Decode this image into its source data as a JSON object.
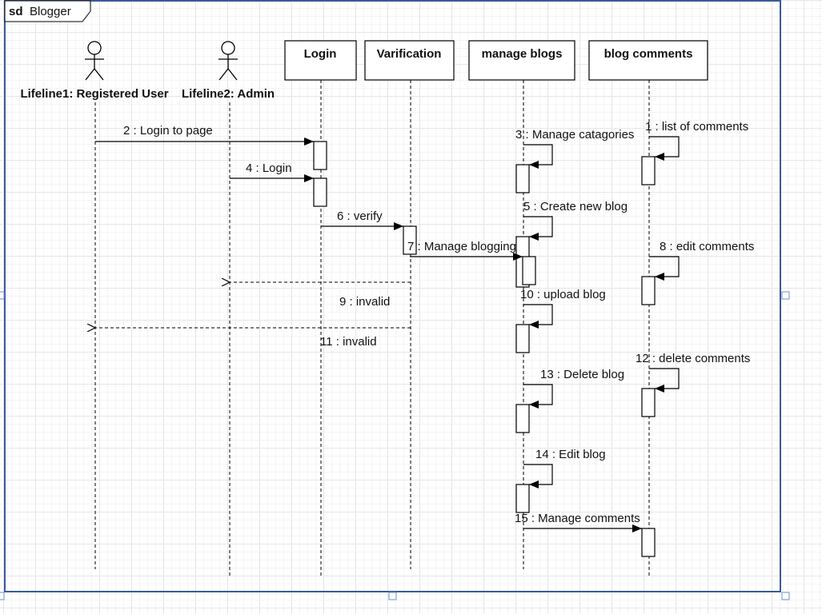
{
  "frame": {
    "keyword": "sd",
    "name": "Blogger"
  },
  "actors": [
    {
      "id": "user",
      "label": "Lifeline1: Registered User"
    },
    {
      "id": "admin",
      "label": "Lifeline2: Admin"
    }
  ],
  "objects": [
    {
      "id": "login",
      "label": "Login"
    },
    {
      "id": "verification",
      "label": "Varification"
    },
    {
      "id": "manage_blogs",
      "label": "manage blogs"
    },
    {
      "id": "blog_comments",
      "label": "blog  comments"
    }
  ],
  "messages": [
    {
      "id": "m1",
      "label": "1 : list of comments",
      "kind": "self"
    },
    {
      "id": "m2",
      "label": "2 : Login to page",
      "kind": "sync"
    },
    {
      "id": "m3",
      "label": "3 : Manage catagories",
      "kind": "self"
    },
    {
      "id": "m4",
      "label": "4 : Login",
      "kind": "sync"
    },
    {
      "id": "m5",
      "label": "5 : Create new blog",
      "kind": "self"
    },
    {
      "id": "m6",
      "label": "6 : verify",
      "kind": "sync"
    },
    {
      "id": "m7",
      "label": "7 : Manage blogging",
      "kind": "sync"
    },
    {
      "id": "m8",
      "label": "8 : edit comments",
      "kind": "self"
    },
    {
      "id": "m9",
      "label": "9 : invalid",
      "kind": "return"
    },
    {
      "id": "m10",
      "label": "10 : upload blog",
      "kind": "self"
    },
    {
      "id": "m11",
      "label": "11 : invalid",
      "kind": "return"
    },
    {
      "id": "m12",
      "label": "12 : delete comments",
      "kind": "self"
    },
    {
      "id": "m13",
      "label": "13 : Delete blog",
      "kind": "self"
    },
    {
      "id": "m14",
      "label": "14 : Edit blog",
      "kind": "self"
    },
    {
      "id": "m15",
      "label": "15 : Manage comments",
      "kind": "sync"
    }
  ],
  "colors": {
    "frame_border": "#3a5a9a",
    "line": "#000000",
    "selection_handle": "#6b8fd6"
  }
}
